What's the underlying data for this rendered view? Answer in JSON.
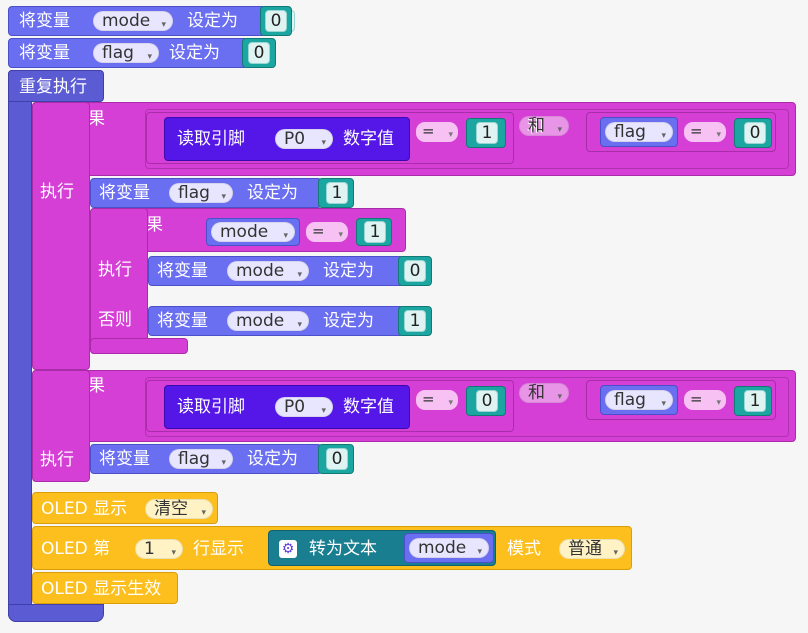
{
  "arrow": "▾",
  "gear_icon": "⚙",
  "set_label": "将变量",
  "set_to": "设定为",
  "row1": {
    "var": "mode",
    "value": "0"
  },
  "row2": {
    "var": "flag",
    "value": "0"
  },
  "repeat": "重复执行",
  "if_label": "如果",
  "do_label": "执行",
  "else_label": "否则",
  "and_label": "和",
  "read_pin": "读取引脚",
  "pin": "P0",
  "digital": "数字值",
  "eq": "=",
  "if1": {
    "cmp1": "1",
    "var": "flag",
    "cmp2": "0",
    "set_var": "flag",
    "set_val": "1"
  },
  "inner_if": {
    "var": "mode",
    "cmp": "1",
    "then_var": "mode",
    "then_val": "0",
    "else_var": "mode",
    "else_val": "1"
  },
  "if2": {
    "cmp1": "0",
    "var": "flag",
    "cmp2": "1",
    "set_var": "flag",
    "set_val": "0"
  },
  "oled1": {
    "label": "OLED 显示",
    "option": "清空"
  },
  "oled2": {
    "label": "OLED 第",
    "line": "1",
    "line_label": "行显示",
    "convert": "转为文本",
    "var": "mode",
    "mode_label": "模式",
    "mode": "普通"
  },
  "oled3": {
    "label": "OLED 显示生效"
  }
}
